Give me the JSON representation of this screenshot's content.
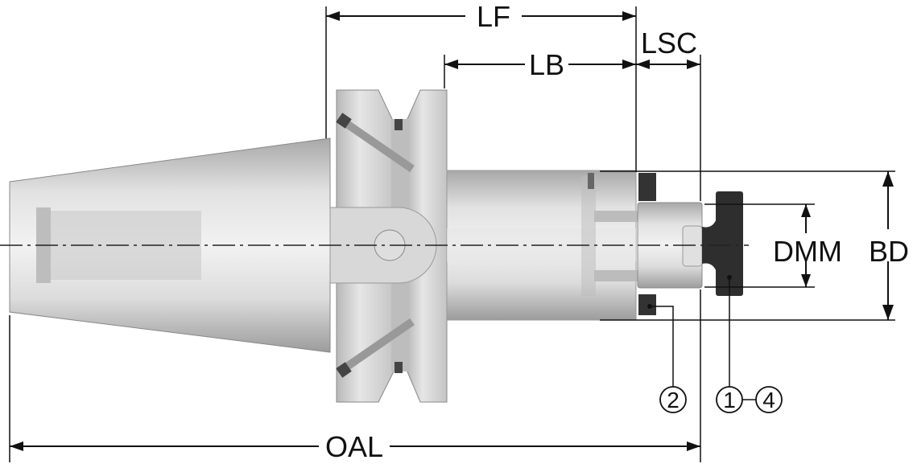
{
  "dimensions": {
    "lf": "LF",
    "lb": "LB",
    "lsc": "LSC",
    "dmm": "DMM",
    "bd": "BD",
    "oal": "OAL"
  },
  "callouts": {
    "part_2": "2",
    "part_1": "1",
    "part_4": "4"
  },
  "colors": {
    "body_light": "#e4e4e4",
    "body_dark": "#9a9a9a",
    "cutter": "#2e2e2e",
    "line": "#111111"
  }
}
